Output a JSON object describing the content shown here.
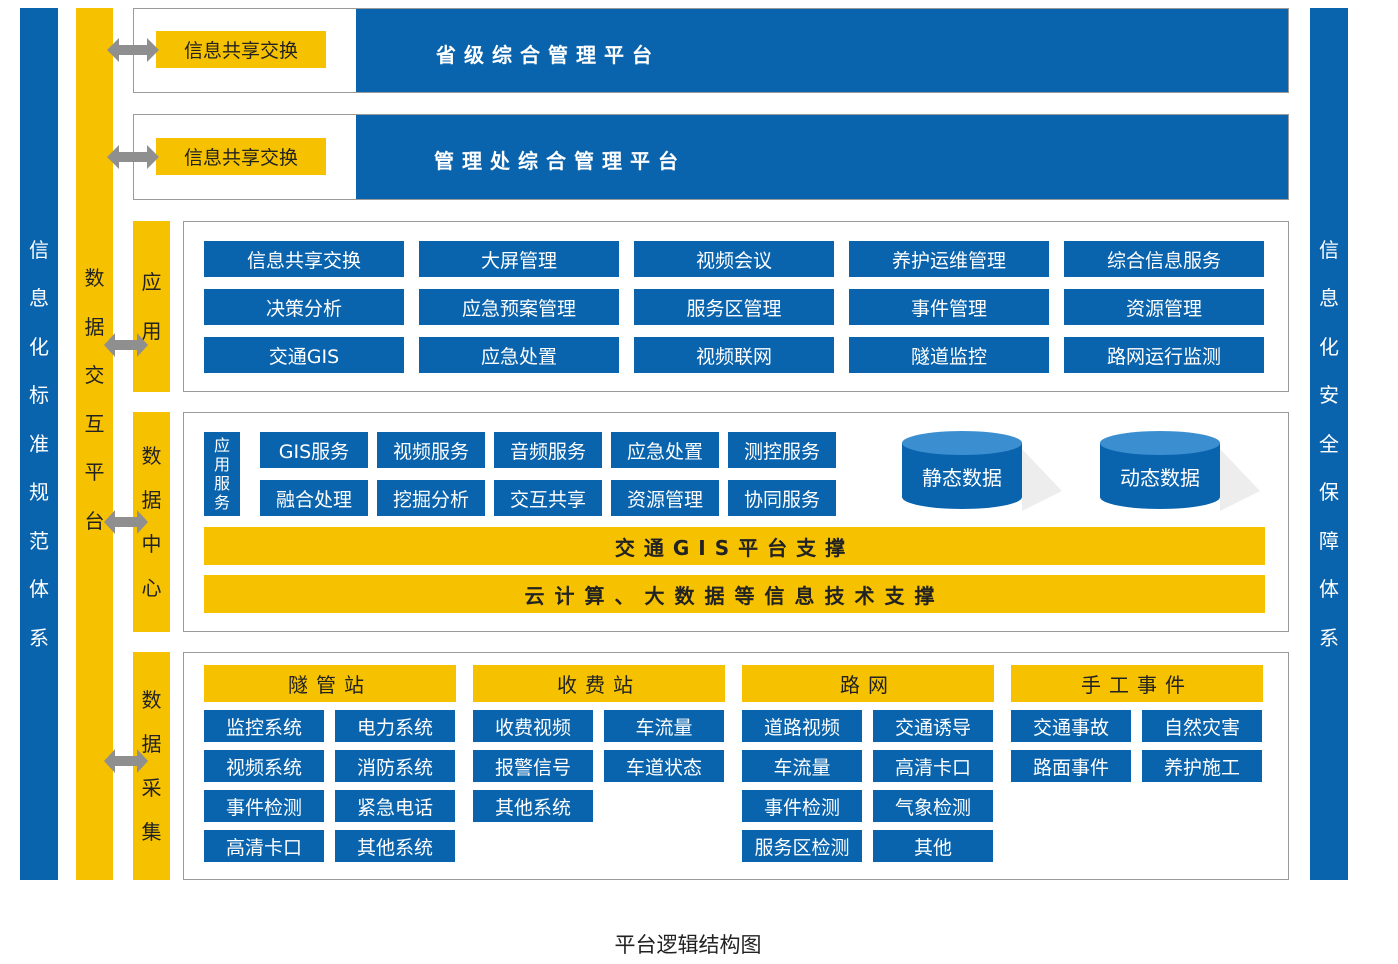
{
  "left_bar": "信息化标准规范体系",
  "right_bar": "信息化安全保障体系",
  "exchange_bar": "数据交互平台",
  "colors": {
    "blue": "#0a64ad",
    "yellow": "#f6c200",
    "gray_arrow": "#8f8f8f"
  },
  "top1": {
    "exchange": "信息共享交换",
    "title": "省级综合管理平台"
  },
  "top2": {
    "exchange": "信息共享交换",
    "title": "管理处综合管理平台"
  },
  "app": {
    "label": "应用",
    "items": [
      "信息共享交换",
      "大屏管理",
      "视频会议",
      "养护运维管理",
      "综合信息服务",
      "决策分析",
      "应急预案管理",
      "服务区管理",
      "事件管理",
      "资源管理",
      "交通GIS",
      "应急处置",
      "视频联网",
      "隧道监控",
      "路网运行监测"
    ]
  },
  "datacenter": {
    "label": "数据中心",
    "service_label": "应用服务",
    "services": [
      "GIS服务",
      "视频服务",
      "音频服务",
      "应急处置",
      "测控服务",
      "融合处理",
      "挖掘分析",
      "交互共享",
      "资源管理",
      "协同服务"
    ],
    "db1": "静态数据",
    "db2": "动态数据",
    "bar1": "交通GIS平台支撑",
    "bar2": "云计算、大数据等信息技术支撑"
  },
  "collect": {
    "label": "数据采集",
    "groups": [
      {
        "title": "隧管站",
        "items": [
          "监控系统",
          "电力系统",
          "视频系统",
          "消防系统",
          "事件检测",
          "紧急电话",
          "高清卡口",
          "其他系统"
        ]
      },
      {
        "title": "收费站",
        "items": [
          "收费视频",
          "车流量",
          "报警信号",
          "车道状态",
          "其他系统"
        ]
      },
      {
        "title": "路网",
        "items": [
          "道路视频",
          "交通诱导",
          "车流量",
          "高清卡口",
          "事件检测",
          "气象检测",
          "服务区检测",
          "其他"
        ]
      },
      {
        "title": "手工事件",
        "items": [
          "交通事故",
          "自然灾害",
          "路面事件",
          "养护施工"
        ]
      }
    ]
  },
  "caption": "平台逻辑结构图"
}
